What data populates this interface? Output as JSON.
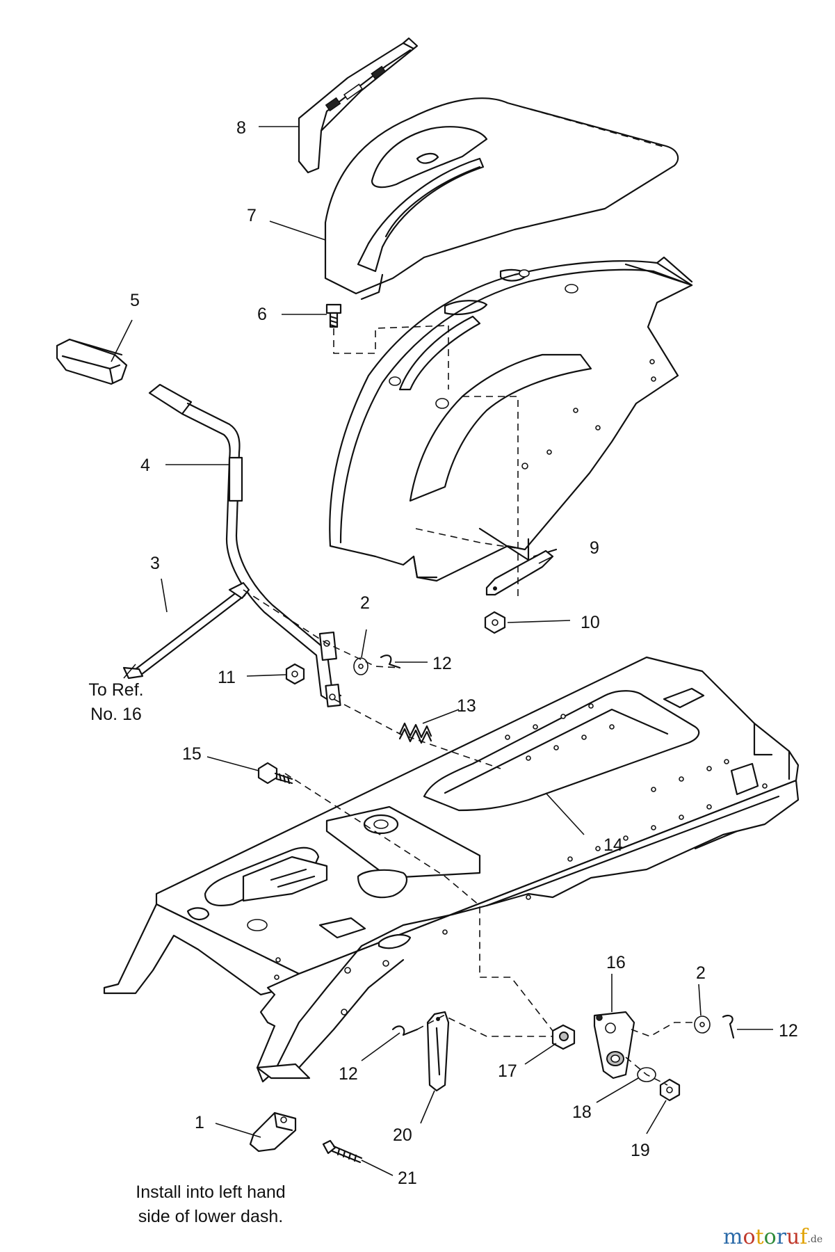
{
  "labels": {
    "l1": "1",
    "l2a": "2",
    "l2b": "2",
    "l3": "3",
    "l4": "4",
    "l5": "5",
    "l6": "6",
    "l7": "7",
    "l8": "8",
    "l9": "9",
    "l10": "10",
    "l11": "11",
    "l12a": "12",
    "l12b": "12",
    "l12c": "12",
    "l13": "13",
    "l14": "14",
    "l15": "15",
    "l16": "16",
    "l17": "17",
    "l18": "18",
    "l19": "19",
    "l20": "20",
    "l21": "21"
  },
  "notes": {
    "ref_line1": "To Ref.",
    "ref_line2": "No. 16",
    "install_line1": "Install into left hand",
    "install_line2": "side of lower dash."
  },
  "watermark": {
    "text": "motoruf",
    "suffix": ".de",
    "colors": [
      "#2b6aa8",
      "#c0392b",
      "#e0a100",
      "#2e8b3a"
    ]
  }
}
